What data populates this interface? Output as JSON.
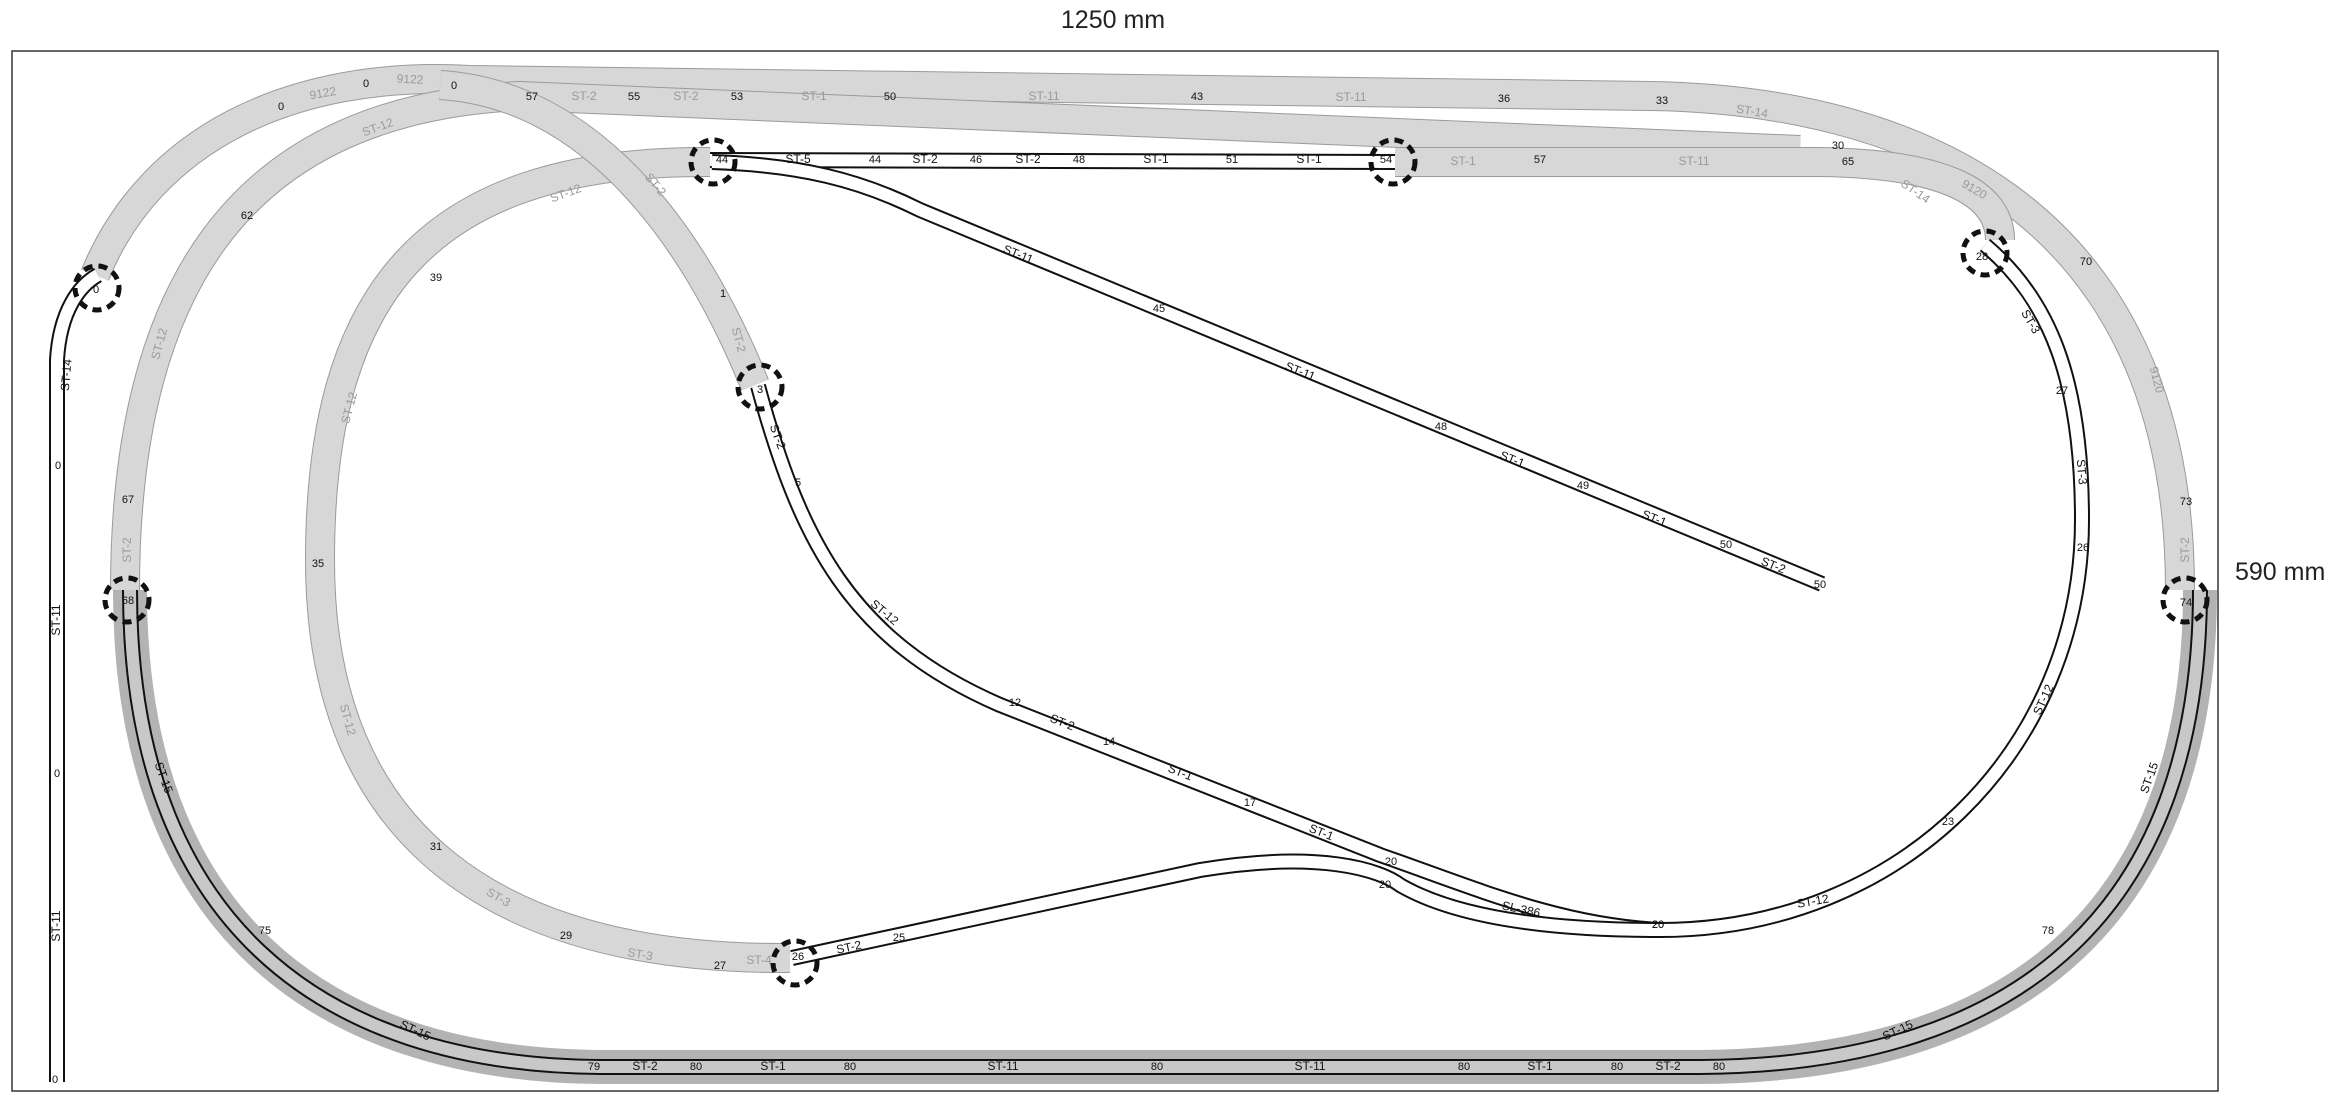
{
  "dimensions": {
    "width_label": "1250 mm",
    "height_label": "590 mm"
  },
  "colors": {
    "upper_deck_track": "#d2d2d2",
    "lower_deck_track": "#b9b9b9",
    "rail": "#111111",
    "joint": "#111111",
    "board": "#333333"
  },
  "height_labels": {
    "upper_left": [
      "0",
      "0",
      "0",
      "57",
      "55",
      "53",
      "50",
      "43",
      "36",
      "33",
      "30",
      "65",
      "70",
      "73",
      "62",
      "67",
      "39",
      "35",
      "31",
      "29",
      "27",
      "1",
      "3",
      "5"
    ],
    "main_line": [
      "44",
      "44",
      "46",
      "48",
      "51",
      "54",
      "57",
      "45",
      "48",
      "49",
      "50",
      "50",
      "12",
      "14",
      "17",
      "20",
      "20",
      "20",
      "25",
      "26",
      "28",
      "27",
      "26",
      "23",
      "20"
    ],
    "left_spur": [
      "0",
      "0",
      "0",
      "0"
    ],
    "lower_loop": [
      "68",
      "75",
      "79",
      "80",
      "80",
      "80",
      "80",
      "80",
      "80",
      "78",
      "74"
    ]
  },
  "track_labels": {
    "top_grey": [
      "9122",
      "9122",
      "ST-2",
      "ST-2",
      "ST-1",
      "ST-11",
      "ST-11",
      "ST-14",
      "9120",
      "ST-14",
      "ST-12",
      "ST-12",
      "ST-12",
      "ST-12",
      "ST-12",
      "ST-2",
      "ST-3",
      "ST-3",
      "ST-4",
      "ST-2",
      "9120",
      "ST-2",
      "ST-2",
      "ST-1",
      "ST-11"
    ],
    "main_black": [
      "ST-5",
      "ST-2",
      "ST-2",
      "ST-1",
      "ST-1",
      "ST-11",
      "ST-11",
      "ST-1",
      "ST-1",
      "ST-2",
      "ST-12",
      "ST-2",
      "ST-1",
      "ST-1",
      "SL-386",
      "ST-2",
      "ST-12",
      "ST-12",
      "ST-3",
      "ST-3",
      "ST-2",
      "ST-14",
      "ST-11",
      "ST-11"
    ],
    "lower_black": [
      "ST-15",
      "ST-15",
      "ST-2",
      "ST-1",
      "ST-11",
      "ST-11",
      "ST-1",
      "ST-2",
      "ST-15",
      "ST-15"
    ]
  },
  "icons": [
    "turnout-joint-icon"
  ]
}
